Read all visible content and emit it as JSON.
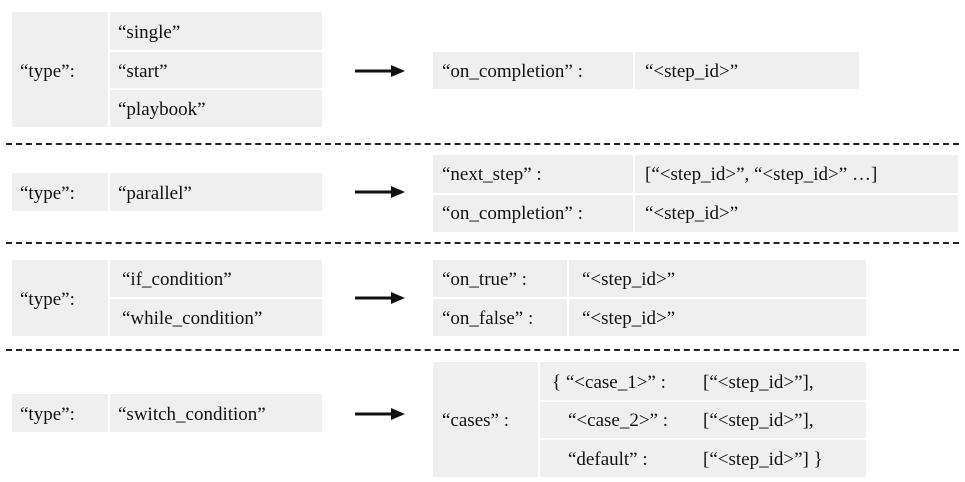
{
  "rule1": {
    "type_key": "“type”:",
    "types": [
      "“single”",
      "“start”",
      "“playbook”"
    ],
    "targets": [
      {
        "key": "“on_completion” :",
        "value": "“<step_id>”"
      }
    ]
  },
  "rule2": {
    "type_key": "“type”:",
    "types": [
      "“parallel”"
    ],
    "targets": [
      {
        "key": "“next_step” :",
        "value": "[“<step_id>”, “<step_id>” …]"
      },
      {
        "key": "“on_completion” :",
        "value": "“<step_id>”"
      }
    ]
  },
  "rule3": {
    "type_key": "“type”:",
    "types": [
      "“if_condition”",
      "“while_condition”"
    ],
    "targets": [
      {
        "key": "“on_true” :",
        "value": "“<step_id>”"
      },
      {
        "key": "“on_false” :",
        "value": "“<step_id>”"
      }
    ]
  },
  "rule4": {
    "type_key": "“type”:",
    "types": [
      "“switch_condition”"
    ],
    "targets_key": "“cases” :",
    "cases": [
      {
        "key": "{ “<case_1>” :",
        "value": "[“<step_id>”],"
      },
      {
        "key": "“<case_2>” :",
        "value": "[“<step_id>”],"
      },
      {
        "key": "“default” :",
        "value": "[“<step_id>”] }"
      }
    ]
  }
}
